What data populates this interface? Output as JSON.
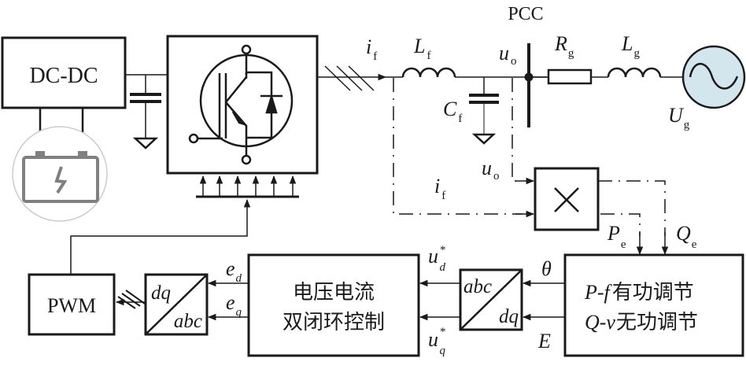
{
  "diagram": {
    "title": "Grid-connected inverter with P-f / Q-v droop control",
    "blocks": {
      "dcdc": {
        "label": "DC-DC"
      },
      "pwm": {
        "label": "PWM"
      },
      "dq_abc": {
        "top": "dq",
        "bottom": "abc"
      },
      "abc_dq": {
        "top": "abc",
        "bottom": "dq"
      },
      "dual_loop": {
        "line1": "电压电流",
        "line2": "双闭环控制"
      },
      "droop": {
        "line1_var": "P-f",
        "line1_text": "有功调节",
        "line2_var": "Q-v",
        "line2_text": "无功调节"
      },
      "multiplier": {
        "symbol": "×"
      }
    },
    "labels": {
      "pcc": "PCC",
      "i_f": {
        "base": "i",
        "sub": "f"
      },
      "L_f": {
        "base": "L",
        "sub": "f"
      },
      "C_f": {
        "base": "C",
        "sub": "f"
      },
      "u_o": {
        "base": "u",
        "sub": "o"
      },
      "R_g": {
        "base": "R",
        "sub": "g"
      },
      "L_g": {
        "base": "L",
        "sub": "g"
      },
      "U_g": {
        "base": "U",
        "sub": "g"
      },
      "u_o_meas": {
        "base": "u",
        "sub": "o"
      },
      "i_f_meas": {
        "base": "i",
        "sub": "f"
      },
      "P_e": {
        "base": "P",
        "sub": "e"
      },
      "Q_e": {
        "base": "Q",
        "sub": "e"
      },
      "e_d": {
        "base": "e",
        "sub": "d"
      },
      "e_q": {
        "base": "e",
        "sub": "q"
      },
      "u_d_star": {
        "base": "u",
        "sub": "d",
        "sup": "*"
      },
      "u_q_star": {
        "base": "u",
        "sub": "q",
        "sup": "*"
      },
      "theta": "θ",
      "E": "E"
    },
    "colors": {
      "line": "#1a1a1a",
      "battery": "#808080",
      "battery_circle": "#cccccc",
      "grid_source_fill": "#d4e6ed"
    },
    "icons": {
      "battery": "battery-icon",
      "igbt": "igbt-icon",
      "ac_source": "ac-source-icon",
      "ground": "ground-icon"
    }
  }
}
